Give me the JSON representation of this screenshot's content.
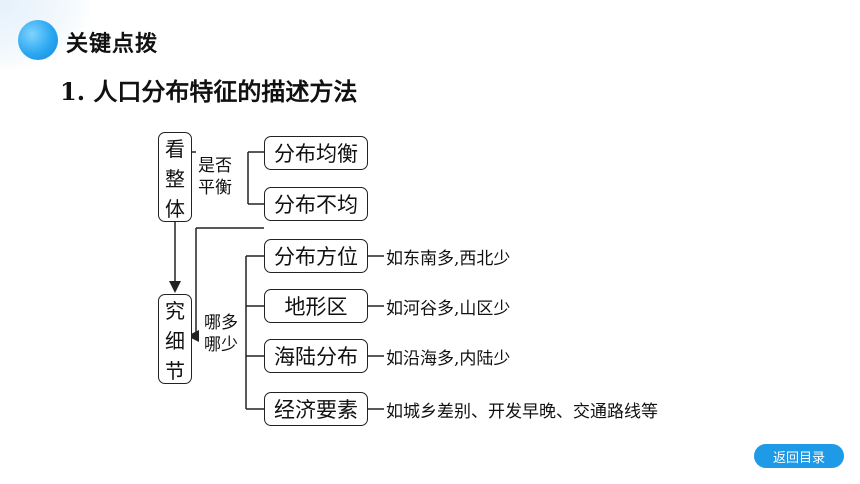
{
  "header": {
    "section_title": "关键点拨",
    "heading": "1. 人口分布特征的描述方法"
  },
  "diagram": {
    "look_overall": [
      "看",
      "整",
      "体"
    ],
    "look_detail": [
      "究",
      "细",
      "节"
    ],
    "balance_question": [
      "是否",
      "平衡"
    ],
    "where_question": [
      "哪多",
      "哪少"
    ],
    "balance_options": [
      "分布均衡",
      "分布不均"
    ],
    "detail_items": [
      {
        "label": "分布方位",
        "example": "如东南多,西北少"
      },
      {
        "label": "地形区",
        "example": "如河谷多,山区少"
      },
      {
        "label": "海陆分布",
        "example": "如沿海多,内陆少"
      },
      {
        "label": "经济要素",
        "example": "如城乡差别、开发早晚、交通路线等"
      }
    ]
  },
  "footer": {
    "return_label": "返回目录"
  }
}
